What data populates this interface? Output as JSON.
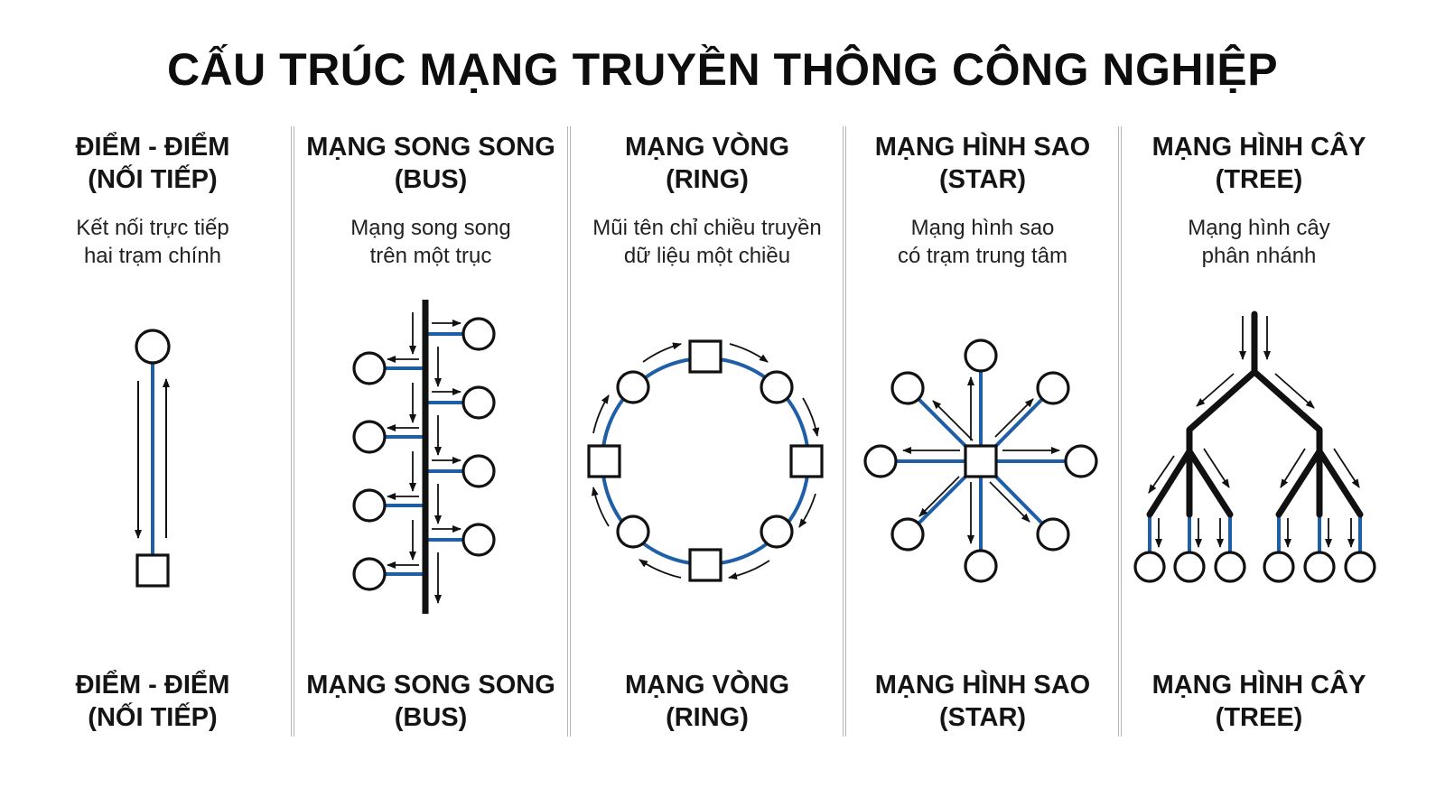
{
  "title": "CẤU TRÚC MẠNG TRUYỀN THÔNG CÔNG NGHIỆP",
  "colors": {
    "link": "#1f5fa8",
    "trunk": "#111111",
    "divider": "#b5b5b5"
  },
  "columns": [
    {
      "title_line1": "ĐIỂM - ĐIỂM",
      "title_line2": "(NỐI TIẾP)",
      "desc_line1": "Kết nối trực tiếp",
      "desc_line2": "hai trạm chính",
      "footer_line1": "ĐIỂM - ĐIỂM",
      "footer_line2": "(NỐI TIẾP)"
    },
    {
      "title_line1": "MẠNG SONG SONG",
      "title_line2": "(BUS)",
      "desc_line1": "Mạng song song",
      "desc_line2": "trên một trục",
      "footer_line1": "MẠNG SONG SONG",
      "footer_line2": "(BUS)"
    },
    {
      "title_line1": "MẠNG VÒNG",
      "title_line2": "(RING)",
      "desc_line1": "Mũi tên chỉ chiều truyền",
      "desc_line2": "dữ liệu một chiều",
      "footer_line1": "MẠNG VÒNG",
      "footer_line2": "(RING)"
    },
    {
      "title_line1": "MẠNG HÌNH SAO",
      "title_line2": "(STAR)",
      "desc_line1": "Mạng hình sao",
      "desc_line2": "có trạm trung tâm",
      "footer_line1": "MẠNG HÌNH SAO",
      "footer_line2": "(STAR)"
    },
    {
      "title_line1": "MẠNG HÌNH CÂY",
      "title_line2": "(TREE)",
      "desc_line1": "Mạng hình cây",
      "desc_line2": "phân nhánh",
      "footer_line1": "MẠNG HÌNH CÂY",
      "footer_line2": "(TREE)"
    }
  ]
}
